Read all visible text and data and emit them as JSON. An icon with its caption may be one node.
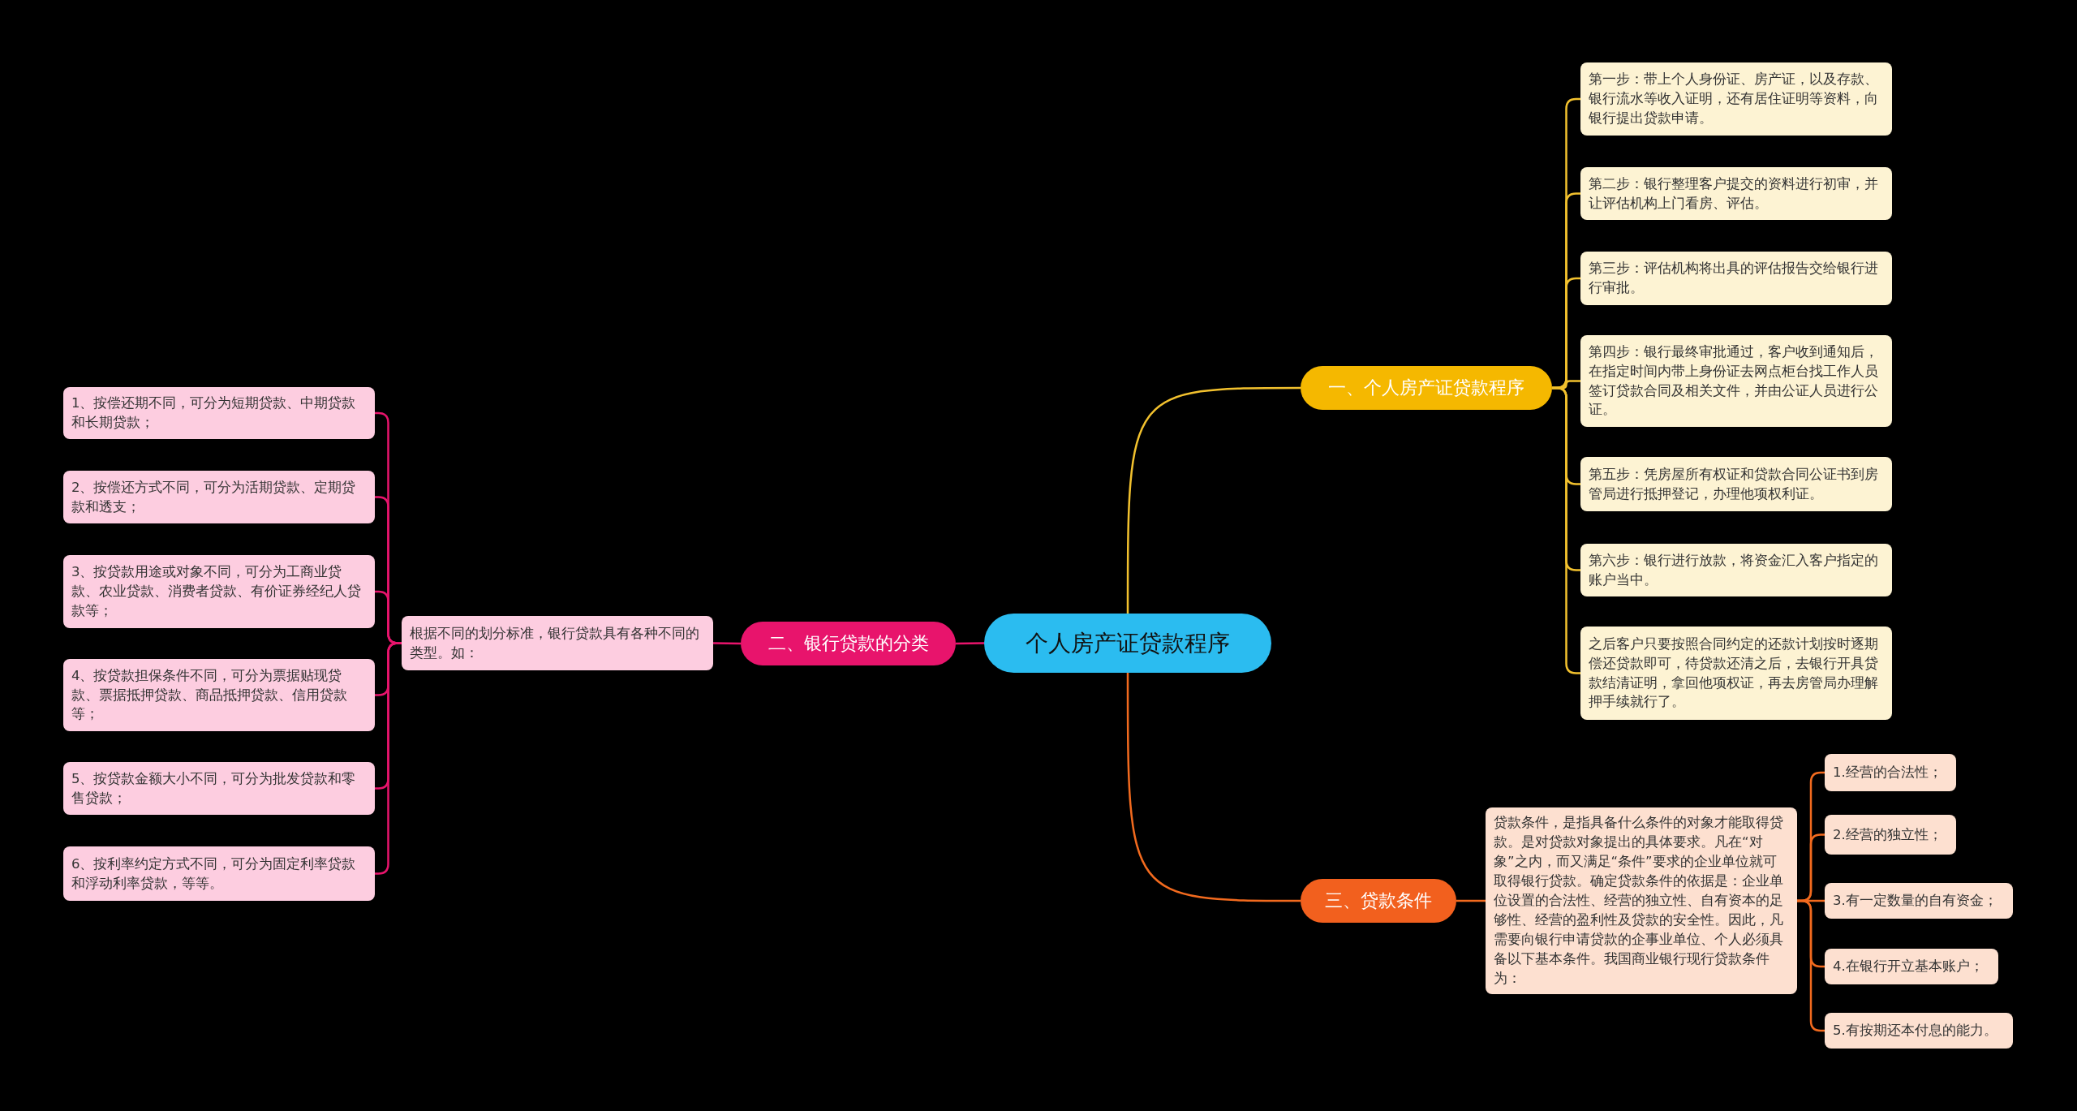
{
  "diagram": {
    "nodes": [
      {
        "text": [
          "个人房产证贷款程序"
        ]
      },
      {
        "text": [
          "一、个人房产证贷款程序"
        ]
      },
      {
        "text": [
          "第一步：带上个人身份证、房产证，以及存款、银行流水等收入证明，还有居住证明等资料，向银行提出贷款申请。"
        ]
      },
      {
        "text": [
          "第二步：银行整理客户提交的资料进行初审，并让评估机构上门看房、评估。"
        ]
      },
      {
        "text": [
          "第三步：评估机构将出具的评估报告交给银行进行审批。"
        ]
      },
      {
        "text": [
          "第四步：银行最终审批通过，客户收到通知后，在指定时间内带上身份证去网点柜台找工作人员签订贷款合同及相关文件，并由公证人员进行公证。"
        ]
      },
      {
        "text": [
          "第五步：凭房屋所有权证和贷款合同公证书到房管局进行抵押登记，办理他项权利证。"
        ]
      },
      {
        "text": [
          "第六步：银行进行放款，将资金汇入客户指定的账户当中。"
        ]
      },
      {
        "text": [
          "之后客户只要按照合同约定的还款计划按时逐期偿还贷款即可，待贷款还清之后，去银行开具贷款结清证明，拿回他项权证，再去房管局办理解押手续就行了。"
        ]
      },
      {
        "text": [
          "二、银行贷款的分类"
        ]
      },
      {
        "text": [
          "根据不同的划分标准，银行贷款具有各种不同的类型。如："
        ]
      },
      {
        "text": [
          "1、按偿还期不同，可分为短期贷款、中期贷款和长期贷款；"
        ]
      },
      {
        "text": [
          "2、按偿还方式不同，可分为活期贷款、定期贷款和透支；"
        ]
      },
      {
        "text": [
          "3、按贷款用途或对象不同，可分为工商业贷款、农业贷款、消费者贷款、有价证券经纪人贷款等；"
        ]
      },
      {
        "text": [
          "4、按贷款担保条件不同，可分为票据贴现贷款、票据抵押贷款、商品抵押贷款、信用贷款等；"
        ]
      },
      {
        "text": [
          "5、按贷款金额大小不同，可分为批发贷款和零售贷款；"
        ]
      },
      {
        "text": [
          "6、按利率约定方式不同，可分为固定利率贷款和浮动利率贷款，等等。"
        ]
      },
      {
        "text": [
          "三、贷款条件"
        ]
      },
      {
        "text": [
          "贷款条件，是指具备什么条件的对象才能取得贷款。是对贷款对象提出的具体要求。凡在“对象”之内，而又满足“条件”要求的企业单位就可取得银行贷款。确定贷款条件的依据是：企业单位设置的合法性、经营的独立性、自有资本的足够性、经营的盈利性及贷款的安全性。因此，凡需要向银行申请贷款的企事业单位、个人必须具备以下基本条件。我国商业银行现行贷款条件为："
        ]
      },
      {
        "text": [
          "1.经营的合法性；"
        ]
      },
      {
        "text": [
          "2.经营的独立性；"
        ]
      },
      {
        "text": [
          "3.有一定数量的自有资金；"
        ]
      },
      {
        "text": [
          "4.在银行开立基本账户；"
        ]
      },
      {
        "text": [
          "5.有按期还本付息的能力。"
        ]
      }
    ],
    "edges": [
      {
        "from": 0,
        "to": 1,
        "arrow": "none",
        "color": "#f2c12e"
      },
      {
        "from": 1,
        "to": 2,
        "arrow": "none",
        "color": "#f2c12e"
      },
      {
        "from": 1,
        "to": 3,
        "arrow": "none",
        "color": "#f2c12e"
      },
      {
        "from": 1,
        "to": 4,
        "arrow": "none",
        "color": "#f2c12e"
      },
      {
        "from": 1,
        "to": 5,
        "arrow": "none",
        "color": "#f2c12e"
      },
      {
        "from": 1,
        "to": 6,
        "arrow": "none",
        "color": "#f2c12e"
      },
      {
        "from": 1,
        "to": 7,
        "arrow": "none",
        "color": "#f2c12e"
      },
      {
        "from": 1,
        "to": 8,
        "arrow": "none",
        "color": "#f2c12e"
      },
      {
        "from": 0,
        "to": 9,
        "arrow": "none",
        "color": "#e8146c"
      },
      {
        "from": 9,
        "to": 10,
        "arrow": "none",
        "color": "#e8146c"
      },
      {
        "from": 10,
        "to": 11,
        "arrow": "none",
        "color": "#e8146c"
      },
      {
        "from": 10,
        "to": 12,
        "arrow": "none",
        "color": "#e8146c"
      },
      {
        "from": 10,
        "to": 13,
        "arrow": "none",
        "color": "#e8146c"
      },
      {
        "from": 10,
        "to": 14,
        "arrow": "none",
        "color": "#e8146c"
      },
      {
        "from": 10,
        "to": 15,
        "arrow": "none",
        "color": "#e8146c"
      },
      {
        "from": 10,
        "to": 16,
        "arrow": "none",
        "color": "#e8146c"
      },
      {
        "from": 0,
        "to": 17,
        "arrow": "none",
        "color": "#f26a1e"
      },
      {
        "from": 17,
        "to": 18,
        "arrow": "none",
        "color": "#f26a1e"
      },
      {
        "from": 18,
        "to": 19,
        "arrow": "none",
        "color": "#f26a1e"
      },
      {
        "from": 18,
        "to": 20,
        "arrow": "none",
        "color": "#f26a1e"
      },
      {
        "from": 18,
        "to": 21,
        "arrow": "none",
        "color": "#f26a1e"
      },
      {
        "from": 18,
        "to": 22,
        "arrow": "none",
        "color": "#f26a1e"
      },
      {
        "from": 18,
        "to": 23,
        "arrow": "none",
        "color": "#f26a1e"
      }
    ]
  }
}
